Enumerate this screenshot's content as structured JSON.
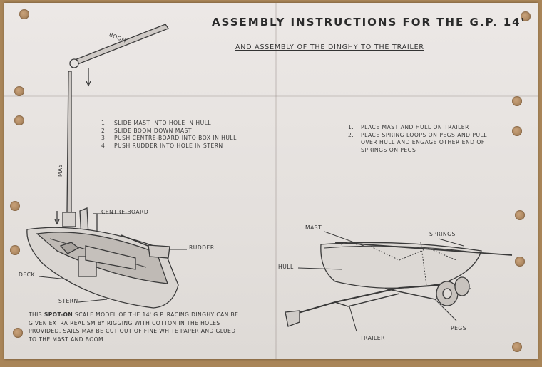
{
  "title": "ASSEMBLY INSTRUCTIONS FOR THE G.P. 14'",
  "subtitle": "AND ASSEMBLY OF THE DINGHY TO THE TRAILER",
  "steps_left": [
    {
      "num": "1.",
      "text": "SLIDE MAST INTO HOLE IN HULL"
    },
    {
      "num": "2.",
      "text": "SLIDE BOOM DOWN MAST"
    },
    {
      "num": "3.",
      "text": "PUSH CENTRE-BOARD INTO BOX IN HULL"
    },
    {
      "num": "4.",
      "text": "PUSH RUDDER INTO HOLE IN STERN"
    }
  ],
  "steps_right": [
    {
      "num": "1.",
      "text": "PLACE MAST AND HULL ON TRAILER"
    },
    {
      "num": "2.",
      "text": "PLACE SPRING LOOPS ON PEGS AND PULL OVER HULL AND ENGAGE OTHER END OF SPRINGS ON PEGS"
    }
  ],
  "labels_left": {
    "boom": "BOOM",
    "mast": "MAST",
    "centre_board": "CENTRE-BOARD",
    "rudder": "RUDDER",
    "deck": "DECK",
    "stern": "STERN"
  },
  "labels_right": {
    "mast": "MAST",
    "springs": "SPRINGS",
    "hull": "HULL",
    "pegs": "PEGS",
    "trailer": "TRAILER"
  },
  "note": {
    "pre": "THIS ",
    "brand": "SPOT-ON",
    "post": " SCALE MODEL OF THE 14' G.P. RACING DINGHY CAN BE GIVEN EXTRA REALISM BY RIGGING WITH COTTON IN THE HOLES PROVIDED. SAILS MAY BE CUT OUT OF FINE WHITE PAPER AND GLUED TO THE MAST AND BOOM."
  }
}
